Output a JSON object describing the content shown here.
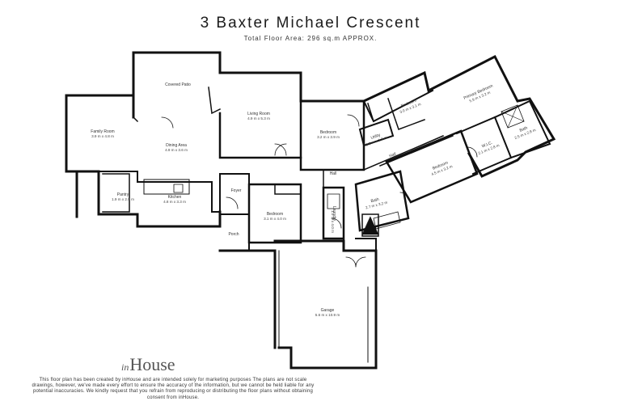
{
  "header": {
    "title": "3 Baxter Michael Crescent",
    "subtitle": "Total Floor Area: 296 sq.m APPROX."
  },
  "rooms": [
    {
      "name": "Covered Patio",
      "dims": ""
    },
    {
      "name": "Living Room",
      "dims": "4.9 m x 5.3 m"
    },
    {
      "name": "Family Room",
      "dims": "3.9 m x 4.8 m"
    },
    {
      "name": "Dining Area",
      "dims": "4.9 m x 3.6 m"
    },
    {
      "name": "Pantry",
      "dims": "1.9 m x 2.8 m"
    },
    {
      "name": "Kitchen",
      "dims": "4.8 m x 3.3 m"
    },
    {
      "name": "Foyer",
      "dims": ""
    },
    {
      "name": "Porch",
      "dims": ""
    },
    {
      "name": "Bedroom",
      "dims": "3.1 m x 4.0 m"
    },
    {
      "name": "Bedroom",
      "dims": "3.2 m x 3.9 m"
    },
    {
      "name": "Hall",
      "dims": ""
    },
    {
      "name": "Laundry",
      "dims": "1.9 m x 4.0 m"
    },
    {
      "name": "Bath",
      "dims": "2.7 m x 3.2 m"
    },
    {
      "name": "Utility",
      "dims": "2.5 m x 1.3 m"
    },
    {
      "name": "Hall",
      "dims": ""
    },
    {
      "name": "Bedroom",
      "dims": "3.0 m x 3.1 m"
    },
    {
      "name": "Bedroom",
      "dims": "4.5 m x 3.2 m"
    },
    {
      "name": "Primary Bedroom",
      "dims": "5.9 m x 3.2 m"
    },
    {
      "name": "W.I.C.",
      "dims": "2.1 m x 2.8 m"
    },
    {
      "name": "Bath",
      "dims": "2.5 m x 2.8 m"
    },
    {
      "name": "Garage",
      "dims": "5.6 m x 10.9 m"
    }
  ],
  "brand": {
    "logo_prefix": "in",
    "logo_text": "House"
  },
  "disclaimer": "This floor plan has been created by inHouse and are intended solely for marketing purposes The plans are not scale drawings, however, we've made every effort to ensure the accuracy of the information, but we cannot be held liable for any potential inaccuracies. We kindly request that you refrain from reproducing or distributing the floor plans without obtaining consent from inHouse."
}
